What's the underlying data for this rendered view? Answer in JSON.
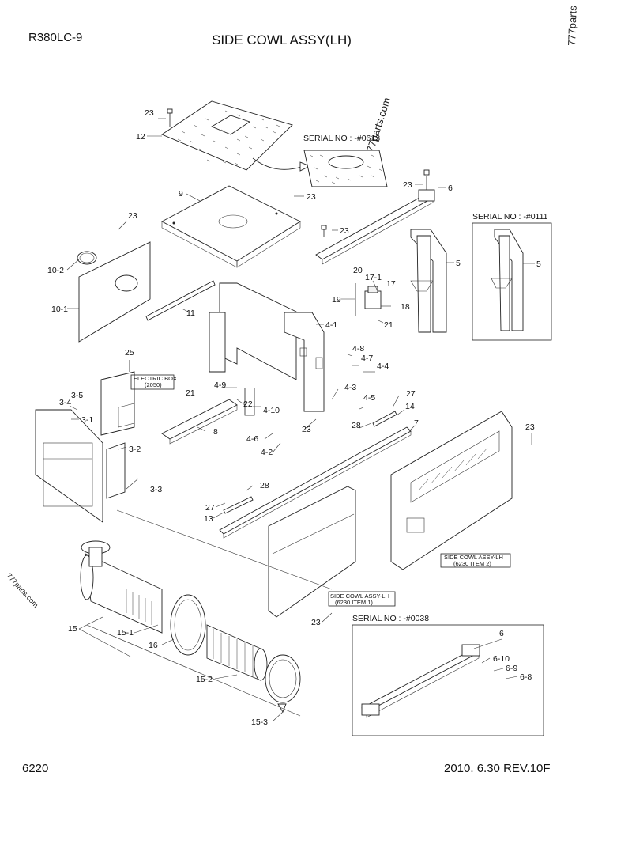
{
  "header": {
    "model": "R380LC-9",
    "title": "SIDE COWL ASSY(LH)",
    "watermark": "777parts"
  },
  "footer": {
    "page_code": "6220",
    "revision": "2010. 6.30  REV.10F"
  },
  "watermarks": {
    "center": "777parts.com",
    "left": "777parts.com"
  },
  "serial_notes": {
    "top": "SERIAL NO : -#0613",
    "right": "SERIAL NO : -#0111",
    "bottom": "SERIAL NO : -#0038"
  },
  "reference_boxes": {
    "electric_box": {
      "line1": "ELECTRIC BOX",
      "line2": "(2050)"
    },
    "cowl_item1": {
      "line1": "SIDE COWL ASSY-LH",
      "line2": "(6230 ITEM 1)"
    },
    "cowl_item2": {
      "line1": "SIDE COWL ASSY-LH",
      "line2": "(6230 ITEM 2)"
    }
  },
  "part_labels": {
    "p23a": "23",
    "p12": "12",
    "p9": "9",
    "p23b": "23",
    "p23c": "23",
    "p23d": "23",
    "p23e": "23",
    "p6": "6",
    "p5a": "5",
    "p5b": "5",
    "p10_2": "10-2",
    "p10_1": "10-1",
    "p11": "11",
    "p20": "20",
    "p17_1": "17-1",
    "p17": "17",
    "p19": "19",
    "p18": "18",
    "p21a": "21",
    "p4_1": "4-1",
    "p4_8": "4-8",
    "p4_7": "4-7",
    "p4_4": "4-4",
    "p25": "25",
    "p21b": "21",
    "p4_9": "4-9",
    "p4_3": "4-3",
    "p4_5": "4-5",
    "p27a": "27",
    "p14": "14",
    "p3_5": "3-5",
    "p3_4": "3-4",
    "p3_1": "3-1",
    "p22": "22",
    "p4_10": "4-10",
    "p28a": "28",
    "p7": "7",
    "p8": "8",
    "p23f": "23",
    "p4_6": "4-6",
    "p4_2": "4-2",
    "p23g": "23",
    "p3_2": "3-2",
    "p3_3": "3-3",
    "p28b": "28",
    "p27b": "27",
    "p13": "13",
    "p15": "15",
    "p15_1": "15-1",
    "p16": "16",
    "p15_2": "15-2",
    "p15_3": "15-3",
    "p23h": "23",
    "p6b": "6",
    "p6_10": "6-10",
    "p6_9": "6-9",
    "p6_8": "6-8"
  }
}
